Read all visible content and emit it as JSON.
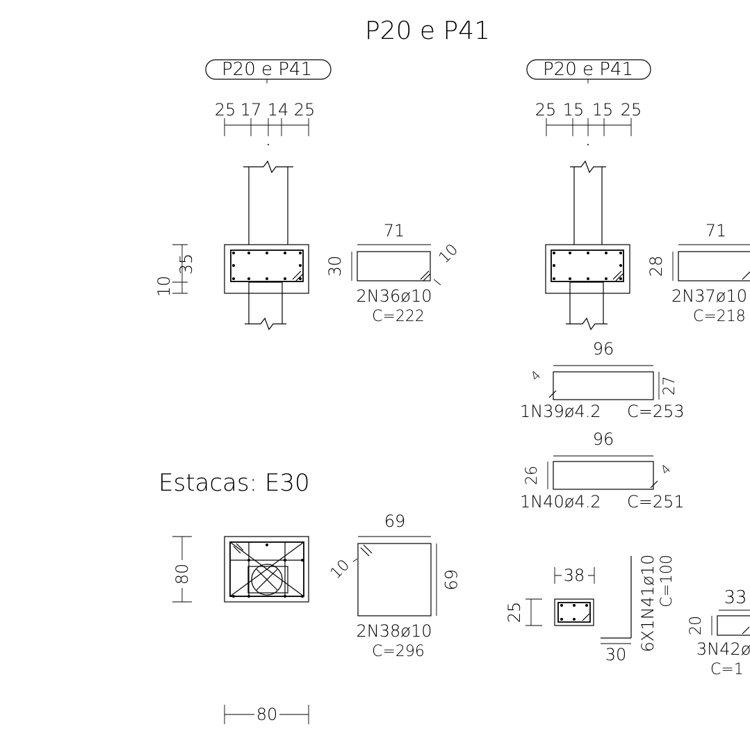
{
  "title": "P20 e P41",
  "left_section": {
    "tag": "P20 e P41",
    "dims": [
      "25",
      "17",
      "14",
      "25"
    ],
    "side_dims": [
      "10",
      "35"
    ],
    "stirrup": {
      "width": "71",
      "height": "30",
      "hook": "10",
      "label": "2N36ø10",
      "length": "C=222"
    }
  },
  "right_section": {
    "tag": "P20 e P41",
    "dims": [
      "25",
      "15",
      "15",
      "25"
    ],
    "stirrup": {
      "width": "71",
      "height": "28",
      "label": "2N37ø10",
      "length": "C=218"
    },
    "bar39": {
      "width": "96",
      "height": "27",
      "hook": "4",
      "label": "1N39ø4.2",
      "length": "C=253"
    },
    "bar40": {
      "width": "96",
      "height": "26",
      "hook": "4",
      "label": "1N40ø4.2",
      "length": "C=251"
    }
  },
  "piles": {
    "title": "Estacas: E30",
    "height": "80",
    "width": "80",
    "stirrup": {
      "width": "69",
      "height": "69",
      "hook": "10",
      "label": "2N38ø10",
      "length": "C=296"
    }
  },
  "bottom_right": {
    "section_width": "38",
    "section_height": "25",
    "lbar_label": "6X1N41ø10",
    "lbar_length": "C=100",
    "lbar_leg": "30",
    "stirrup42": {
      "width": "33",
      "height": "20",
      "label": "3N42ø",
      "length": "C=1"
    }
  }
}
